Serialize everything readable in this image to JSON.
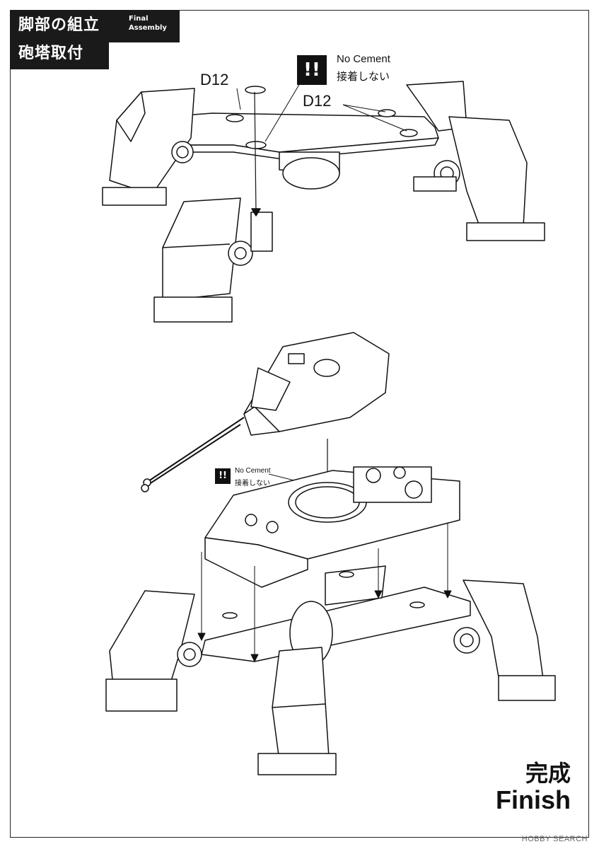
{
  "header": {
    "title_line1": "脚部の組立",
    "title_line2": "砲塔取付",
    "title_en": "Final\nAssembly"
  },
  "callouts": {
    "part_d12_left": "D12",
    "part_d12_right": "D12",
    "warn_mark": "!!",
    "no_cement_en": "No Cement",
    "no_cement_jp": "接着しない"
  },
  "finish": {
    "jp": "完成",
    "en": "Finish"
  },
  "watermark": "HOBBY SEARCH",
  "colors": {
    "ink": "#111111",
    "paper": "#ffffff",
    "label_bg": "#1a1a1a"
  }
}
